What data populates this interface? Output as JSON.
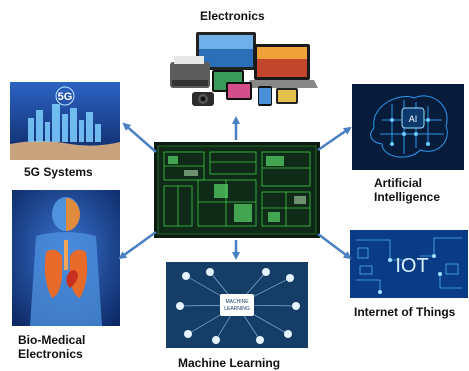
{
  "labels": {
    "electronics": "Electronics",
    "g5": "5G Systems",
    "ai": "Artificial Intelligence",
    "biomed": "Bio-Medical Electronics",
    "iot": "Internet of Things",
    "ml": "Machine Learning"
  },
  "tile_text": {
    "g5": "5G",
    "ai": "AI",
    "iot": "IOT",
    "ml": "MACHINE LEARNING"
  },
  "colors": {
    "arrow": "#4a7fc1",
    "chip_bg": "#0c1a10",
    "chip_trace": "#3cc94a",
    "tech_blue": "#1d3d8c",
    "ai_bg": "#071b3b",
    "body_bg": "#1a3d88",
    "iot_bg": "#0a3c86",
    "ml_bg": "#163d66"
  },
  "icons": [
    "arrow-icon",
    "chip-image",
    "electronics-image",
    "5g-city-image",
    "ai-brain-image",
    "human-body-image",
    "iot-image",
    "ml-network-image"
  ]
}
